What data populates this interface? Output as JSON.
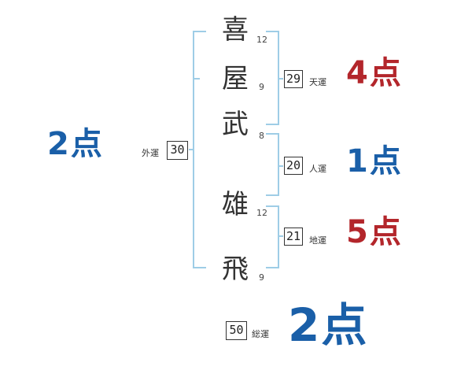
{
  "colors": {
    "bracket": "#9ecde6",
    "good": "#1a5fa8",
    "bad": "#b3262b"
  },
  "characters": [
    {
      "char": "喜",
      "strokes": "12"
    },
    {
      "char": "屋",
      "strokes": "9"
    },
    {
      "char": "武",
      "strokes": "8"
    },
    {
      "char": "雄",
      "strokes": "12"
    },
    {
      "char": "飛",
      "strokes": "9"
    }
  ],
  "fortunes": {
    "tenun": {
      "value": "29",
      "label": "天運",
      "score": "4点"
    },
    "jinun": {
      "value": "20",
      "label": "人運",
      "score": "1点"
    },
    "chiun": {
      "value": "21",
      "label": "地運",
      "score": "5点"
    },
    "gaiun": {
      "value": "30",
      "label": "外運",
      "score": "2点"
    },
    "souun": {
      "value": "50",
      "label": "総運",
      "score": "2点"
    }
  }
}
